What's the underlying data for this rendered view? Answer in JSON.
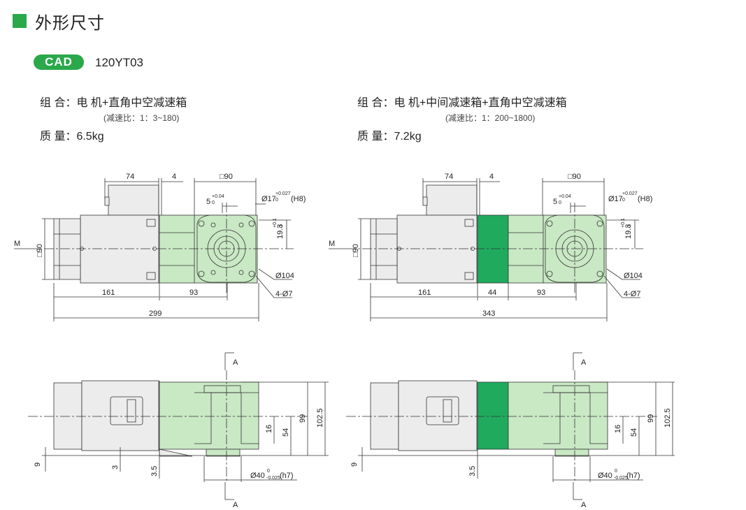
{
  "header": {
    "title": "外形尺寸",
    "accent": "#2aa84a"
  },
  "cad": {
    "badge": "CAD",
    "model": "120YT03"
  },
  "left": {
    "combo": "组 合：电 机+直角中空减速箱",
    "ratio": "(减速比：1：3~180)",
    "mass": "质 量：6.5kg",
    "dims": {
      "d74": "74",
      "d4": "4",
      "d90sq": "□90",
      "d50": "5",
      "d50tol": "+0.04",
      "d50tol2": "0",
      "d17": "Ø17",
      "d17tol": "+0.027",
      "d17tol2": "0",
      "d17fit": "(H8)",
      "d193": "19.3",
      "d193tol": "+0.1",
      "d193tol2": "0",
      "d104": "Ø104",
      "d47": "4-Ø7",
      "m": "M",
      "side90": "□90",
      "d161": "161",
      "d93": "93",
      "d299": "299"
    },
    "side": {
      "sectA": "A",
      "d16": "16",
      "d54": "54",
      "d99": "99",
      "d1025": "102.5",
      "d9": "9",
      "d3": "3",
      "d35": "3.5",
      "d40": "Ø40",
      "d40tol": "0",
      "d40tol2": "-0.025",
      "d40fit": "(h7)"
    }
  },
  "right": {
    "combo": "组 合：电 机+中间减速箱+直角中空减速箱",
    "ratio": "(减速比：1：200~1800)",
    "mass": "质 量：7.2kg",
    "dims": {
      "d74": "74",
      "d4": "4",
      "d90sq": "□90",
      "d50": "5",
      "d50tol": "+0.04",
      "d50tol2": "0",
      "d17": "Ø17",
      "d17tol": "+0.027",
      "d17tol2": "0",
      "d17fit": "(H8)",
      "d193": "19.3",
      "d193tol": "+0.1",
      "d193tol2": "0",
      "d104": "Ø104",
      "d47": "4-Ø7",
      "m": "M",
      "side90": "□90",
      "d161": "161",
      "d44": "44",
      "d93": "93",
      "d343": "343"
    },
    "side": {
      "sectA": "A",
      "d16": "16",
      "d54": "54",
      "d99": "99",
      "d1025": "102.5",
      "d9": "9",
      "d35": "3.5",
      "d40": "Ø40",
      "d40tol": "0",
      "d40tol2": "-0.025",
      "d40fit": "(h7)"
    }
  },
  "colors": {
    "lightGreen": "#c9e8c4",
    "darkGreen": "#1faa5e",
    "motor": "#ececec",
    "line": "#333333"
  }
}
